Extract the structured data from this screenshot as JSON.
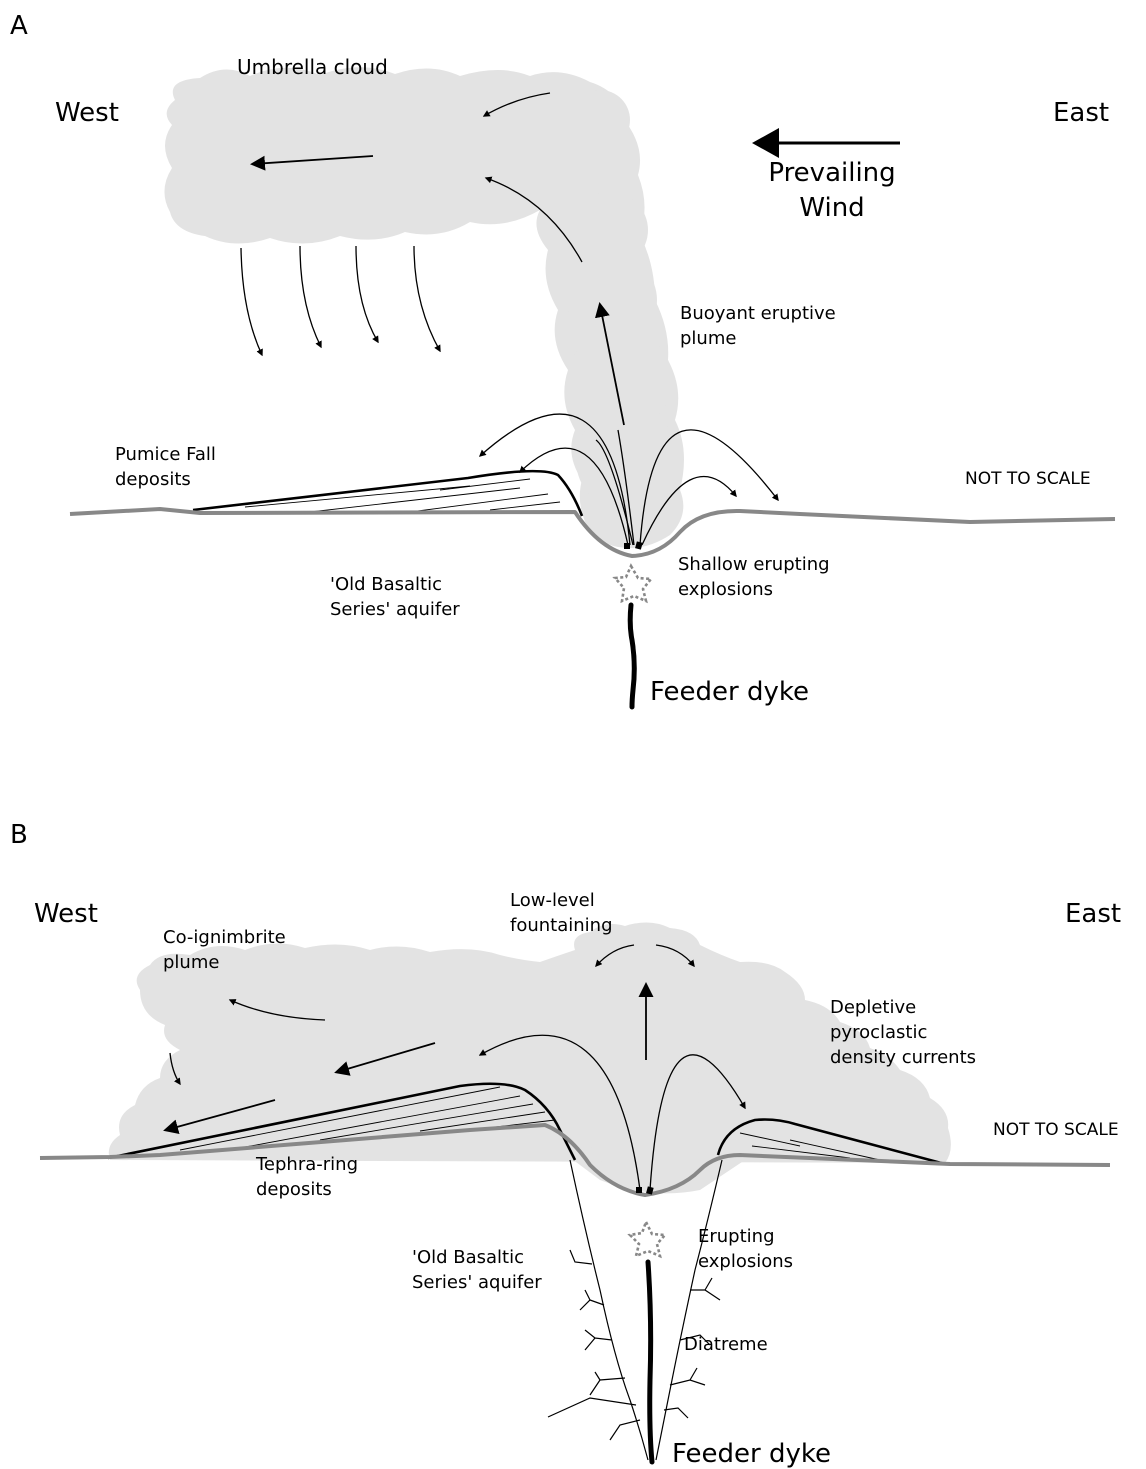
{
  "panel_a": {
    "panel_letter": "A",
    "west": "West",
    "east": "East",
    "umbrella_cloud": "Umbrella cloud",
    "wind_line1": "Prevailing",
    "wind_line2": "Wind",
    "plume_line1": "Buoyant eruptive",
    "plume_line2": "plume",
    "pumice_line1": "Pumice Fall",
    "pumice_line2": "deposits",
    "not_to_scale": "NOT TO SCALE",
    "aquifer_line1": "'Old Basaltic",
    "aquifer_line2": "Series' aquifer",
    "explosions_line1": "Shallow erupting",
    "explosions_line2": "explosions",
    "feeder_dyke": "Feeder dyke"
  },
  "panel_b": {
    "panel_letter": "B",
    "west": "West",
    "east": "East",
    "fountain_line1": "Low-level",
    "fountain_line2": "fountaining",
    "coign_line1": "Co-ignimbrite",
    "coign_line2": "plume",
    "pdc_line1": "Depletive",
    "pdc_line2": "pyroclastic",
    "pdc_line3": "density currents",
    "not_to_scale": "NOT TO SCALE",
    "tephra_line1": "Tephra-ring",
    "tephra_line2": "deposits",
    "aquifer_line1": "'Old Basaltic",
    "aquifer_line2": "Series' aquifer",
    "explosions_line1": "Erupting",
    "explosions_line2": "explosions",
    "diatreme": "Diatreme",
    "feeder_dyke": "Feeder dyke"
  },
  "colors": {
    "cloud": "#e3e3e3",
    "ground": "#888888",
    "ink": "#000000"
  }
}
